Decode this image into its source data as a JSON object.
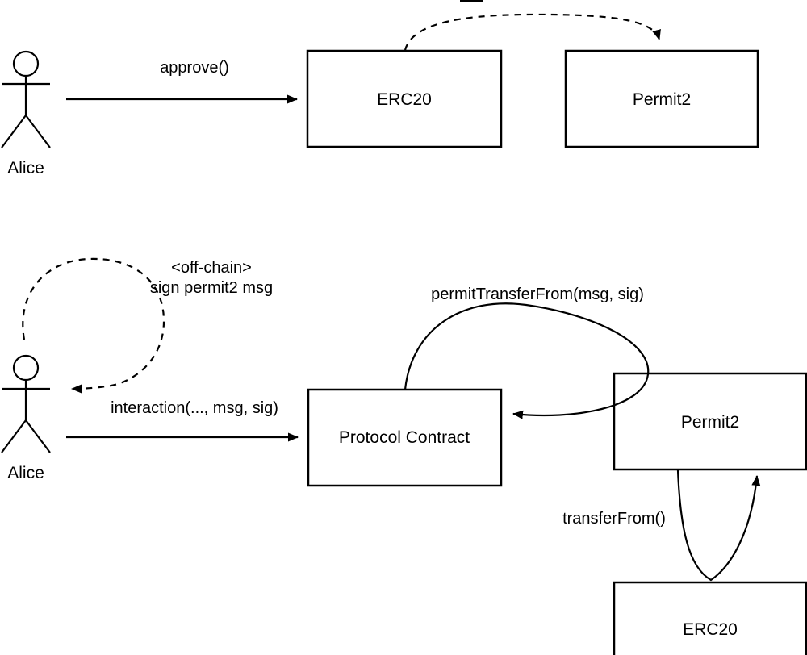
{
  "colors": {
    "stroke": "#000000",
    "background": "#ffffff"
  },
  "top_flow": {
    "actor_label": "Alice",
    "approve_arrow_label": "approve()",
    "erc20_box_label": "ERC20",
    "permit2_box_label": "Permit2"
  },
  "bottom_flow": {
    "actor_label": "Alice",
    "offchain_note_line1": "<off-chain>",
    "offchain_note_line2": "sign permit2 msg",
    "interaction_arrow_label": "interaction(..., msg, sig)",
    "protocol_box_label": "Protocol Contract",
    "permit2_box_label": "Permit2",
    "permit_transfer_arrow_label": "permitTransferFrom(msg, sig)",
    "transfer_from_arrow_label": "transferFrom()",
    "erc20_box_label": "ERC20"
  }
}
